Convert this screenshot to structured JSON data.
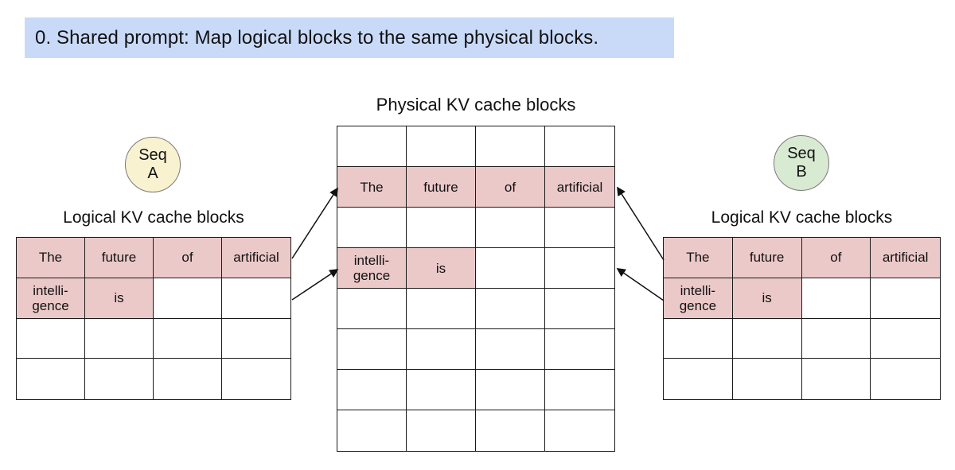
{
  "banner": {
    "text": "0. Shared prompt: Map logical blocks to the same physical blocks."
  },
  "physical_table": {
    "title": "Physical KV cache blocks",
    "rows": 8,
    "cols": 4,
    "filled_cells": [
      {
        "row": 1,
        "col": 0,
        "text": "The"
      },
      {
        "row": 1,
        "col": 1,
        "text": "future"
      },
      {
        "row": 1,
        "col": 2,
        "text": "of"
      },
      {
        "row": 1,
        "col": 3,
        "text": "artificial"
      },
      {
        "row": 3,
        "col": 0,
        "text": "intelli-\ngence"
      },
      {
        "row": 3,
        "col": 1,
        "text": "is"
      }
    ]
  },
  "logical_table_a": {
    "title": "Logical KV cache blocks",
    "rows": 4,
    "cols": 4,
    "filled_cells": [
      {
        "row": 0,
        "col": 0,
        "text": "The"
      },
      {
        "row": 0,
        "col": 1,
        "text": "future"
      },
      {
        "row": 0,
        "col": 2,
        "text": "of"
      },
      {
        "row": 0,
        "col": 3,
        "text": "artificial"
      },
      {
        "row": 1,
        "col": 0,
        "text": "intelli-\ngence"
      },
      {
        "row": 1,
        "col": 1,
        "text": "is"
      }
    ]
  },
  "logical_table_b": {
    "title": "Logical KV cache blocks",
    "rows": 4,
    "cols": 4,
    "filled_cells": [
      {
        "row": 0,
        "col": 0,
        "text": "The"
      },
      {
        "row": 0,
        "col": 1,
        "text": "future"
      },
      {
        "row": 0,
        "col": 2,
        "text": "of"
      },
      {
        "row": 0,
        "col": 3,
        "text": "artificial"
      },
      {
        "row": 1,
        "col": 0,
        "text": "intelli-\ngence"
      },
      {
        "row": 1,
        "col": 1,
        "text": "is"
      }
    ]
  },
  "seq_a": {
    "line1": "Seq",
    "line2": "A"
  },
  "seq_b": {
    "line1": "Seq",
    "line2": "B"
  },
  "arrow_mappings": [
    {
      "from": "seq-a-logical-block-0",
      "to": "physical-block-1"
    },
    {
      "from": "seq-a-logical-block-1",
      "to": "physical-block-3"
    },
    {
      "from": "seq-b-logical-block-0",
      "to": "physical-block-1"
    },
    {
      "from": "seq-b-logical-block-1",
      "to": "physical-block-3"
    }
  ],
  "colors": {
    "banner_bg": "#c9daf8",
    "highlight_cell": "#ecc9c9",
    "seq_a_fill": "#f9f2d0",
    "seq_b_fill": "#d9ead3",
    "border": "#1a1a1a"
  }
}
